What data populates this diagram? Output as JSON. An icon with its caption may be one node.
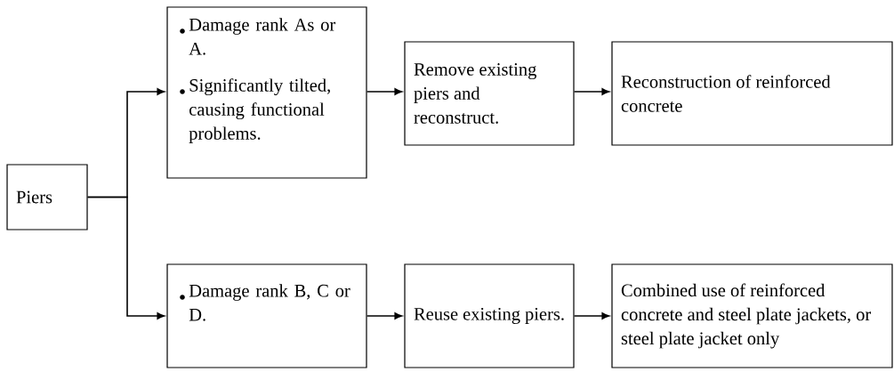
{
  "diagram": {
    "nodes": [
      {
        "text": [
          "Piers"
        ]
      },
      {
        "text": [
          "Damage rank As or A.",
          "Significantly tilted, causing functional problems."
        ]
      },
      {
        "text": [
          "Remove existing piers and reconstruct."
        ]
      },
      {
        "text": [
          "Reconstruction of reinforced concrete"
        ]
      },
      {
        "text": [
          "Damage rank B, C or D."
        ]
      },
      {
        "text": [
          "Reuse existing piers."
        ]
      },
      {
        "text": [
          "Combined use of reinforced concrete and steel plate jackets, or steel plate jacket only"
        ]
      }
    ],
    "edges": [
      {
        "from": 0,
        "to": 1,
        "arrow": "to"
      },
      {
        "from": 0,
        "to": 4,
        "arrow": "to"
      },
      {
        "from": 1,
        "to": 2,
        "arrow": "to"
      },
      {
        "from": 2,
        "to": 3,
        "arrow": "to"
      },
      {
        "from": 4,
        "to": 5,
        "arrow": "to"
      },
      {
        "from": 5,
        "to": 6,
        "arrow": "to"
      }
    ]
  }
}
